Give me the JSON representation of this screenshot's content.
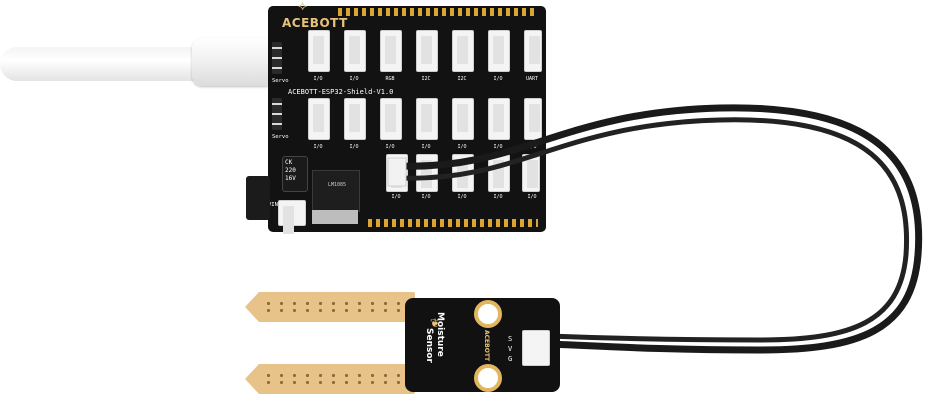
{
  "shield": {
    "logo": "ACEBOTT",
    "title": "ACEBOTT-ESP32-Shield-V1.0",
    "top_row_labels": [
      "I/O",
      "I/O",
      "RGB",
      "I2C",
      "I2C",
      "I/O",
      "UART"
    ],
    "mid_row_labels": [
      "I/O",
      "I/O",
      "I/O",
      "I/O",
      "I/O",
      "I/O",
      "I/O"
    ],
    "bottom_row_labels": [
      "I/O",
      "I/O",
      "I/O",
      "I/O",
      "I/O"
    ],
    "servo_label_1": "Servo",
    "servo_label_2": "Servo",
    "vin_label": "VIN",
    "capacitor_text": "CK\n220\n16V",
    "regulator_text": "LM1085"
  },
  "sensor": {
    "title": "Moisture",
    "subtitle": "Sensor",
    "brand": "ACEBOTT",
    "pins": "S\nV\nG"
  },
  "colors": {
    "board": "#121212",
    "gold": "#e8c27a",
    "cable": "#f2f2f2",
    "wire": "#1a1a1a"
  },
  "icons": {
    "logo": "acebott-logo-icon",
    "leaf": "leaf-icon"
  }
}
